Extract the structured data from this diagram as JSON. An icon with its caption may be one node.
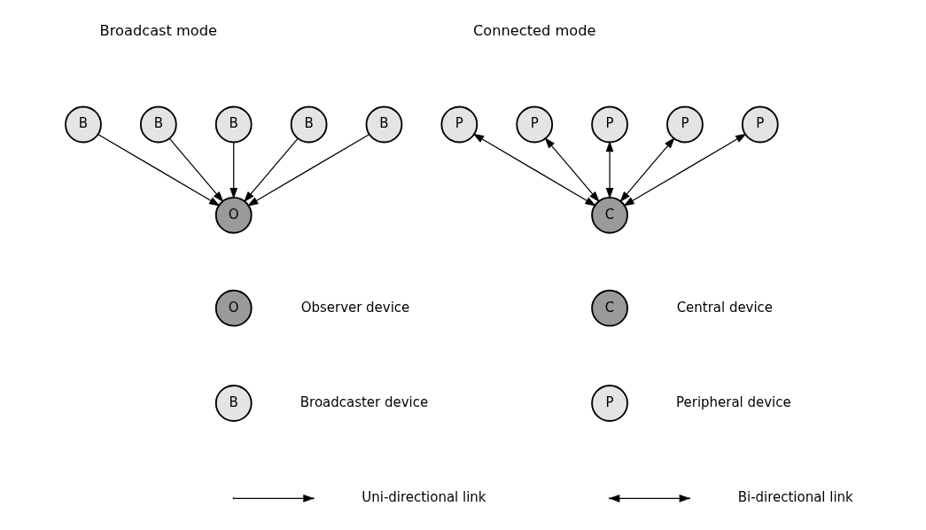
{
  "diagram": {
    "nodes": [
      {
        "text": [
          "B"
        ]
      },
      {
        "text": [
          "B"
        ]
      },
      {
        "text": [
          "B"
        ]
      },
      {
        "text": [
          "O"
        ]
      },
      {
        "text": [
          "B"
        ]
      },
      {
        "text": [
          "B"
        ]
      },
      {
        "text": [
          "P"
        ]
      },
      {
        "text": [
          "P"
        ]
      },
      {
        "text": [
          "P"
        ]
      },
      {
        "text": [
          "C"
        ]
      },
      {
        "text": [
          "P"
        ]
      },
      {
        "text": [
          "P"
        ]
      },
      {
        "text": [
          "O"
        ],
        "beside": [
          "Observer device"
        ]
      },
      {
        "text": [
          "B"
        ],
        "beside": [
          "Broadcaster device"
        ]
      },
      {
        "text": [
          "C"
        ],
        "beside": [
          "Central device"
        ]
      },
      {
        "text": [
          "P"
        ],
        "beside": [
          "Peripheral device"
        ]
      }
    ],
    "edges": [
      {
        "from": 0,
        "to": 3,
        "arrow": "to"
      },
      {
        "from": 1,
        "to": 3,
        "arrow": "to"
      },
      {
        "from": 2,
        "to": 3,
        "arrow": "to"
      },
      {
        "from": 4,
        "to": 3,
        "arrow": "to"
      },
      {
        "from": 5,
        "to": 3,
        "arrow": "to"
      },
      {
        "from": 6,
        "to": 9,
        "arrow": "both"
      },
      {
        "from": 7,
        "to": 9,
        "arrow": "both"
      },
      {
        "from": 8,
        "to": 9,
        "arrow": "both"
      },
      {
        "from": 10,
        "to": 9,
        "arrow": "both"
      },
      {
        "from": 11,
        "to": 9,
        "arrow": "both"
      }
    ],
    "labels": [
      "Broadcast mode",
      "Connected mode"
    ],
    "legend": [
      {
        "text": "Uni-directional link"
      },
      {
        "text": "Bi-directional link"
      }
    ]
  }
}
